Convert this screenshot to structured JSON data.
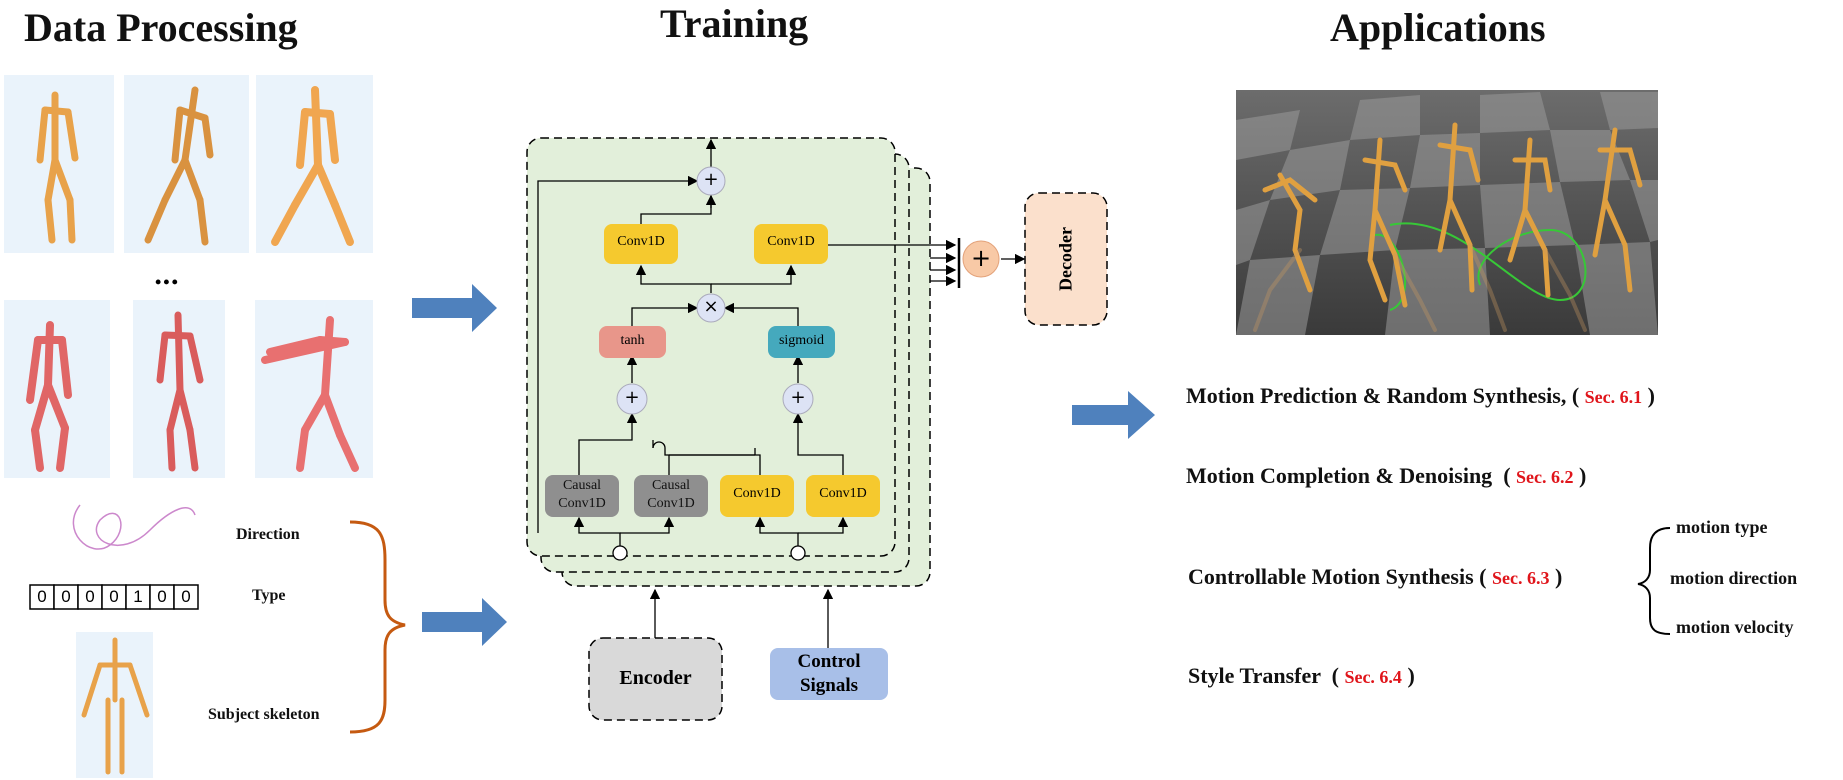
{
  "titles": {
    "data_processing": "Data Processing",
    "training": "Training",
    "applications": "Applications"
  },
  "data_processing": {
    "ellipsis": "•••",
    "direction_label": "Direction",
    "type_label": "Type",
    "type_bits": [
      "0",
      "0",
      "0",
      "0",
      "1",
      "0",
      "0"
    ],
    "subject_label": "Subject skeleton"
  },
  "training": {
    "conv_top_left": "Conv1D",
    "conv_top_right": "Conv1D",
    "tanh": "tanh",
    "sigmoid": "sigmoid",
    "causal_1_line1": "Causal",
    "causal_1_line2": "Conv1D",
    "causal_2_line1": "Causal",
    "causal_2_line2": "Conv1D",
    "conv_bottom_1": "Conv1D",
    "conv_bottom_2": "Conv1D",
    "plus": "+",
    "times": "×",
    "decoder": "Decoder",
    "encoder": "Encoder",
    "control_line1": "Control",
    "control_line2": "Signals"
  },
  "applications": {
    "item1_text": "Motion Prediction & Random Synthesis,",
    "item1_sec": "Sec. 6.1",
    "item2_text": "Motion Completion & Denoising",
    "item2_sec": "Sec. 6.2",
    "item3_text": "Controllable Motion Synthesis",
    "item3_sec": "Sec. 6.3",
    "item4_text": "Style Transfer",
    "item4_sec": "Sec. 6.4",
    "sub_items": [
      "motion type",
      "motion direction",
      "motion velocity"
    ]
  },
  "colors": {
    "arrow_blue": "#4f81bd",
    "block_green": "#e2efda",
    "conv_yellow": "#f5c92e",
    "tanh_red": "#e8968a",
    "sigmoid_teal": "#45a9bd",
    "causal_gray": "#8f8f8f",
    "node_lavender": "#dde3f5",
    "decoder_peach": "#fbe0cc",
    "encoder_gray": "#d9d9d9",
    "control_blue": "#a8bfe8",
    "brace_orange": "#c55a11",
    "skeleton_orange": "#e8a24a",
    "skeleton_red": "#e06666",
    "sec_red": "#e0151b"
  }
}
